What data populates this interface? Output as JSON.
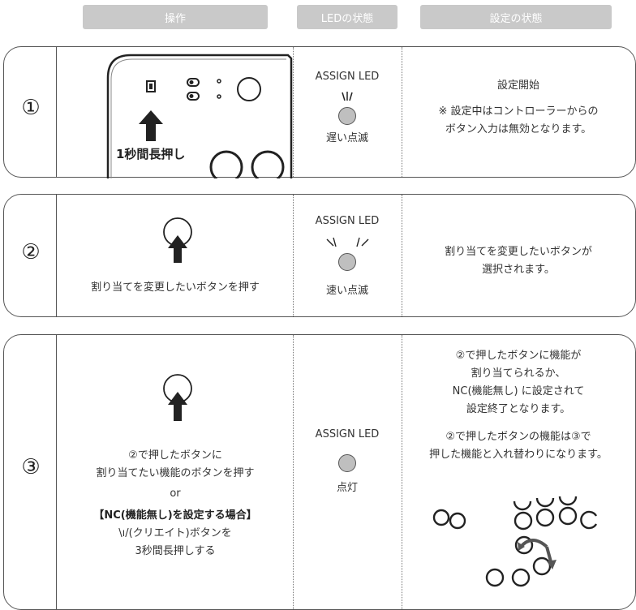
{
  "headers": {
    "operation": "操作",
    "led_state": "LEDの状態",
    "setting_state": "設定の状態"
  },
  "rows": [
    {
      "number": "①",
      "operation_text": "1秒間長押し",
      "led_title": "ASSIGN LED",
      "led_state": "遅い点滅",
      "setting_lines": [
        "設定開始",
        "※ 設定中はコントローラーからの",
        "ボタン入力は無効となります。"
      ]
    },
    {
      "number": "②",
      "operation_text": "割り当てを変更したいボタンを押す",
      "led_title": "ASSIGN LED",
      "led_state": "速い点滅",
      "setting_lines": [
        "割り当てを変更したいボタンが",
        "選択されます。"
      ]
    },
    {
      "number": "③",
      "operation_lines": [
        "②で押したボタンに",
        "割り当てたい機能のボタンを押す",
        "or",
        "【NC(機能無し)を設定する場合】",
        "\\ı/(クリエイト)ボタンを",
        "3秒間長押しする"
      ],
      "led_title": "ASSIGN LED",
      "led_state": "点灯",
      "setting_lines": [
        "②で押したボタンに機能が",
        "割り当てられるか、",
        "NC(機能無し) に設定されて",
        "設定終了となります。",
        "②で押したボタンの機能は③で",
        "押した機能と入れ替わりになります。"
      ]
    }
  ]
}
